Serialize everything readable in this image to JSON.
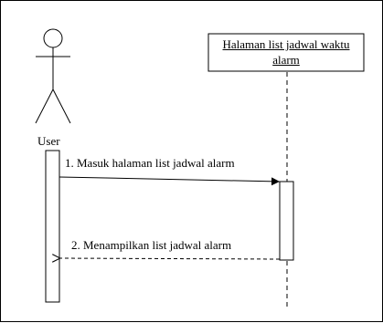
{
  "diagram": {
    "actor": {
      "label": "User"
    },
    "object": {
      "label_line1": "Halaman list jadwal waktu",
      "label_line2": "alarm"
    },
    "messages": [
      {
        "label": "1. Masuk halaman list jadwal alarm",
        "kind": "sync"
      },
      {
        "label": "2. Menampilkan list jadwal alarm",
        "kind": "return"
      }
    ]
  }
}
